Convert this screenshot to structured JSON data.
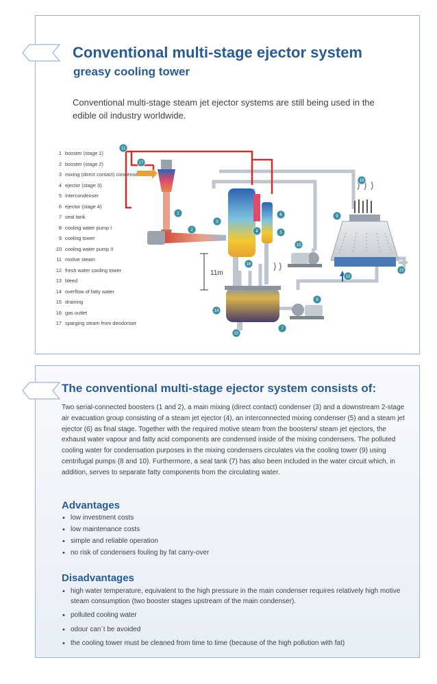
{
  "title": "Conventional multi-stage ejector system",
  "subtitle": "greasy cooling tower",
  "intro": "Conventional multi-stage steam jet ejector systems are still being used in the edible oil industry worldwide.",
  "legend": [
    {
      "n": "1",
      "label": "booster (stage 1)"
    },
    {
      "n": "2",
      "label": "booster (stage 2)"
    },
    {
      "n": "3",
      "label": "mixing (direct contact) condenser"
    },
    {
      "n": "4",
      "label": "ejector (stage 3)"
    },
    {
      "n": "5",
      "label": "intercondenser"
    },
    {
      "n": "6",
      "label": "ejector (stage 4)"
    },
    {
      "n": "7",
      "label": "seal tank"
    },
    {
      "n": "8",
      "label": "cooling water pump I"
    },
    {
      "n": "9",
      "label": "cooling tower"
    },
    {
      "n": "10",
      "label": "cooling water pump II"
    },
    {
      "n": "11",
      "label": "motive steam"
    },
    {
      "n": "12",
      "label": "fresh water cooling tower"
    },
    {
      "n": "13",
      "label": "bleed"
    },
    {
      "n": "14",
      "label": "overflow of fatty water"
    },
    {
      "n": "15",
      "label": "draining"
    },
    {
      "n": "16",
      "label": "gas outlet"
    },
    {
      "n": "17",
      "label": "sparging steam from deodoriser"
    }
  ],
  "diagram": {
    "height_label": "11m",
    "markers": [
      "1",
      "2",
      "3",
      "4",
      "5",
      "6",
      "7",
      "8",
      "9",
      "10",
      "11",
      "12",
      "13",
      "14",
      "15",
      "16",
      "17",
      "18"
    ]
  },
  "section": {
    "title": "The conventional multi-stage ejector system consists of:",
    "body": "Two serial-connected boosters (1 and 2), a main mixing (direct contact) condenser (3) and a downstream 2-stage air evacuation group consisting of a steam jet ejector (4), an interconnected mixing condenser (5) and a steam jet ejector (6) as final stage. Together with the required motive steam from the boosters/ steam jet ejectors, the exhaust water vapour and fatty acid components are condensed inside of the mixing condensers. The polluted cooling water for condensation purposes in the mixing condensers circulates via the cooling tower (9) using centrifugal pumps (8 and 10). Furthermore, a seal tank (7) has also been included in the water circuit which, in addition, serves to separate fatty components from the circulating water."
  },
  "advantages": {
    "title": "Advantages",
    "items": [
      "low investment costs",
      "low maintenance costs",
      "simple and reliable operation",
      "no risk of condensers fouling by fat carry-over"
    ]
  },
  "disadvantages": {
    "title": "Disadvantages",
    "items": [
      "high water temperature, equivalent to the high pressure in the main condenser requires relatively high motive steam consumption (two booster stages upstream of the main condenser).",
      "polluted cooling water",
      "odour can´t be avoided",
      "the cooling tower must be cleaned from time to time (because of the high pollution with fat)"
    ]
  },
  "colors": {
    "accent": "#2a5b8f",
    "steam_red": "#d52b2b",
    "pipe_grey": "#bfc5cc",
    "marker_teal": "#3f8fa3",
    "border": "#9ab3cc"
  }
}
